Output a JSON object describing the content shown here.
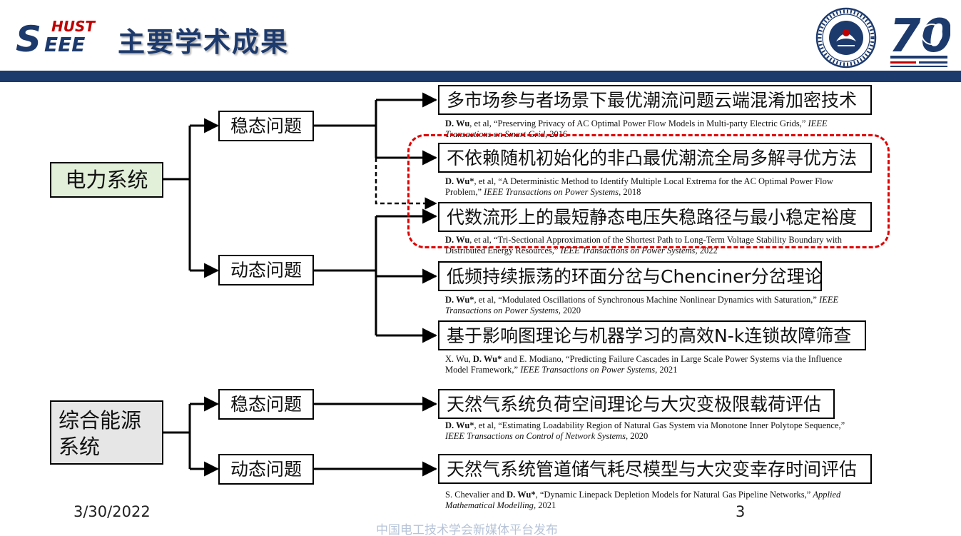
{
  "header": {
    "logo_top": "HUST",
    "logo_s": "S",
    "logo_bottom": "EEE",
    "title": "主要学术成果",
    "badge_number": "70"
  },
  "roots": [
    {
      "label": "电力系统"
    },
    {
      "label_line1": "综合能源",
      "label_line2": "系统"
    }
  ],
  "categories": [
    "稳态问题",
    "动态问题",
    "稳态问题",
    "动态问题"
  ],
  "results": [
    {
      "title": "多市场参与者场景下最优潮流问题云端混淆加密技术",
      "ref_author_pre": "",
      "ref_author_bold": "D. Wu",
      "ref_mid": ", et al, “Preserving Privacy of AC Optimal Power Flow Models in Multi-party Electric Grids,” ",
      "ref_journal": "IEEE Transactions on Smart Grid",
      "ref_year": ", 2016"
    },
    {
      "title": "不依赖随机初始化的非凸最优潮流全局多解寻优方法",
      "ref_author_pre": "",
      "ref_author_bold": "D. Wu*",
      "ref_mid": ", et al, “A Deterministic Method to Identify Multiple Local Extrema for the AC Optimal Power Flow Problem,” ",
      "ref_journal": "IEEE Transactions on Power Systems",
      "ref_year": ", 2018"
    },
    {
      "title": "代数流形上的最短静态电压失稳路径与最小稳定裕度",
      "ref_author_pre": "",
      "ref_author_bold": "D. Wu",
      "ref_mid": ", et al, “Tri-Sectional Approximation of the Shortest Path to Long-Term Voltage Stability Boundary with Distributed Energy Resources,” ",
      "ref_journal": "IEEE Transactions on Power Systems",
      "ref_year": ", 2022"
    },
    {
      "title": "低频持续振荡的环面分岔与Chenciner分岔理论",
      "ref_author_pre": "",
      "ref_author_bold": "D. Wu*",
      "ref_mid": ", et al, “Modulated Oscillations of Synchronous Machine Nonlinear Dynamics with Saturation,” ",
      "ref_journal": "IEEE Transactions on Power Systems",
      "ref_year": ", 2020"
    },
    {
      "title": "基于影响图理论与机器学习的高效N-k连锁故障筛查",
      "ref_author_pre": "X. Wu, ",
      "ref_author_bold": "D. Wu*",
      "ref_mid": " and E. Modiano, “Predicting Failure Cascades in Large Scale Power Systems via the Influence Model Framework,” ",
      "ref_journal": "IEEE Transactions on Power Systems",
      "ref_year": ", 2021"
    },
    {
      "title": "天然气系统负荷空间理论与大灾变极限载荷评估",
      "ref_author_pre": "",
      "ref_author_bold": "D. Wu*",
      "ref_mid": ", et al, “Estimating Loadability Region of Natural Gas System via Monotone Inner Polytope Sequence,” ",
      "ref_journal": "IEEE Transactions on Control of Network Systems",
      "ref_year": ", 2020"
    },
    {
      "title": "天然气系统管道储气耗尽模型与大灾变幸存时间评估",
      "ref_author_pre": "S. Chevalier and ",
      "ref_author_bold": "D. Wu*",
      "ref_mid": ", “Dynamic Linepack Depletion Models for Natural Gas Pipeline Networks,” ",
      "ref_journal": "Applied Mathematical Modelling",
      "ref_year": ", 2021"
    }
  ],
  "footer": {
    "date": "3/30/2022",
    "page": "3",
    "watermark": "中国电工技术学会新媒体平台发布"
  },
  "colors": {
    "navy": "#1d3a6d",
    "root_green": "#e2efd9",
    "root_gray": "#e7e6e6",
    "highlight_red": "#e00000"
  }
}
